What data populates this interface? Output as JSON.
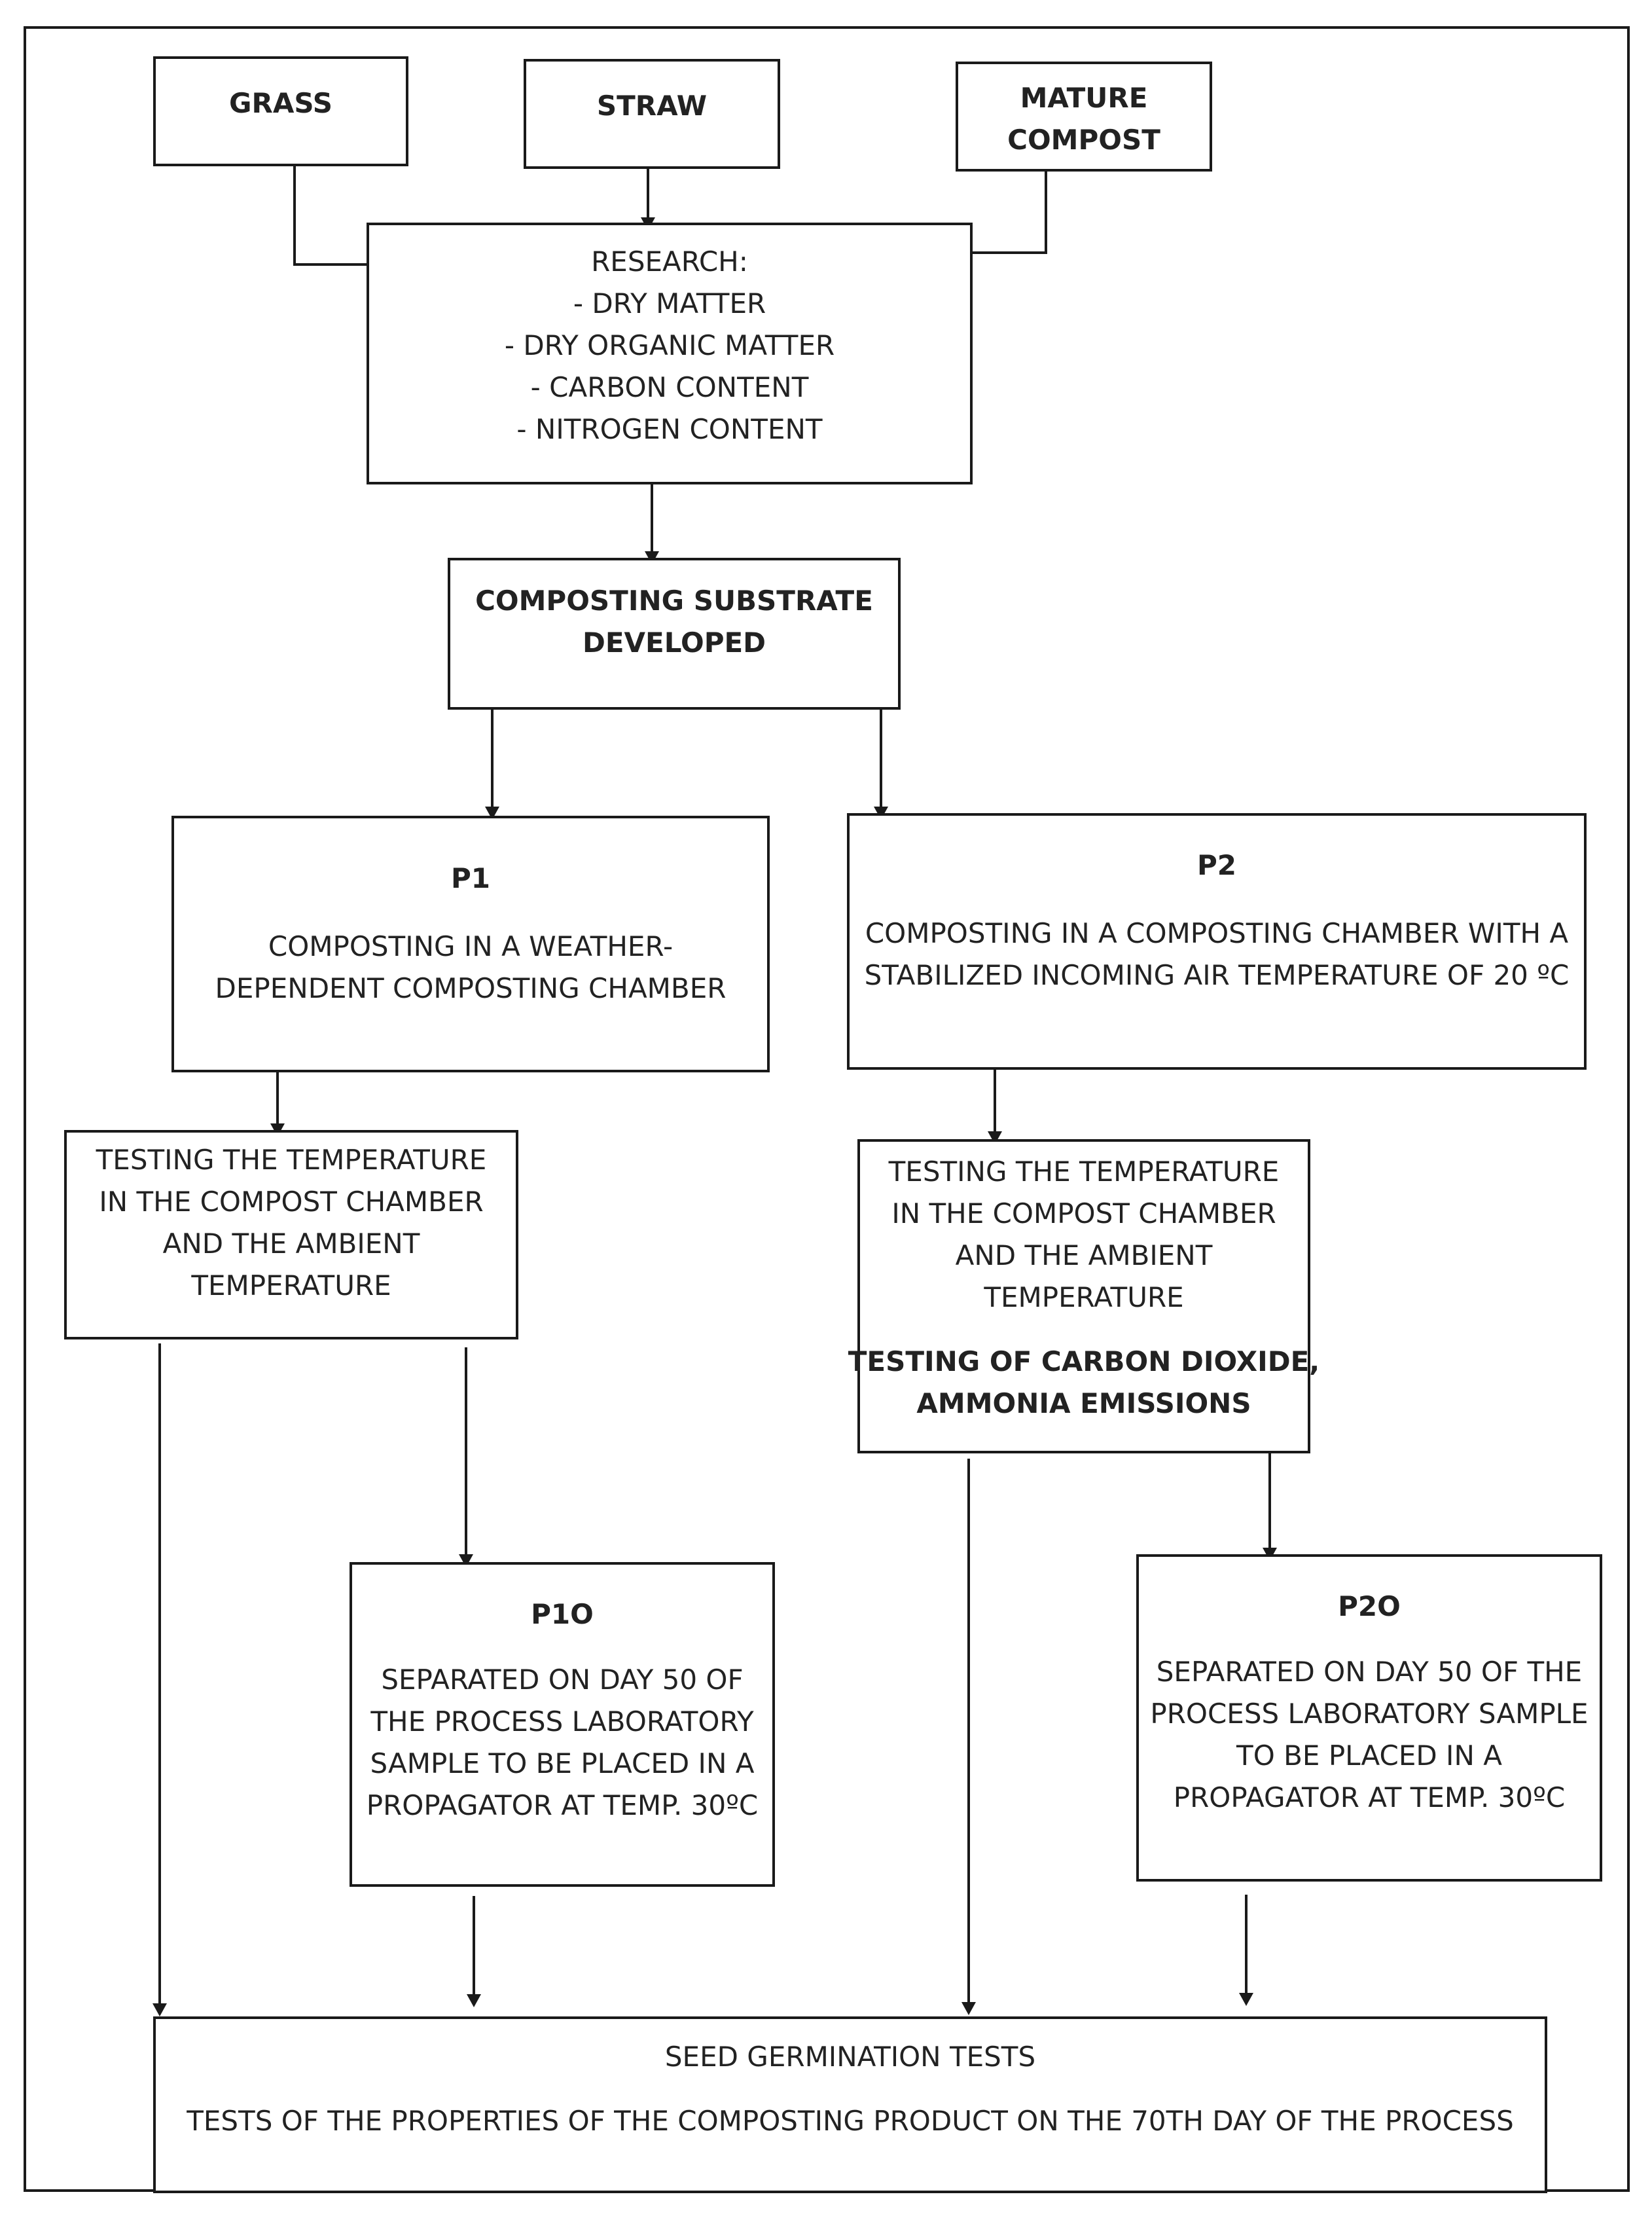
{
  "nodes": {
    "grass": {
      "label": "GRASS"
    },
    "straw": {
      "label": "STRAW"
    },
    "mature_compost": {
      "lines": [
        "MATURE",
        "COMPOST"
      ]
    },
    "research": {
      "lines": [
        "RESEARCH:",
        "- DRY MATTER",
        "- DRY ORGANIC MATTER",
        "- CARBON CONTENT",
        "- NITROGEN CONTENT"
      ]
    },
    "substrate": {
      "lines": [
        "COMPOSTING SUBSTRATE",
        "DEVELOPED"
      ]
    },
    "p1": {
      "title": "P1",
      "lines": [
        "COMPOSTING IN A WEATHER-",
        "DEPENDENT COMPOSTING CHAMBER"
      ]
    },
    "p2": {
      "title": "P2",
      "lines": [
        "COMPOSTING IN A COMPOSTING CHAMBER WITH A",
        "STABILIZED INCOMING AIR TEMPERATURE OF 20 ºC"
      ]
    },
    "test_p1": {
      "lines": [
        "TESTING THE TEMPERATURE",
        "IN THE COMPOST CHAMBER",
        "AND THE AMBIENT",
        "TEMPERATURE"
      ]
    },
    "test_p2": {
      "lines": [
        "TESTING THE TEMPERATURE",
        "IN THE COMPOST CHAMBER",
        "AND THE AMBIENT",
        "TEMPERATURE"
      ],
      "bold_lines": [
        "TESTING OF CARBON DIOXIDE,",
        "AMMONIA EMISSIONS"
      ]
    },
    "p1o": {
      "title": "P1O",
      "lines": [
        "SEPARATED ON DAY 50 OF",
        "THE PROCESS LABORATORY",
        "SAMPLE TO BE PLACED IN A",
        "PROPAGATOR AT TEMP. 30ºC"
      ]
    },
    "p2o": {
      "title": "P2O",
      "lines": [
        "SEPARATED ON DAY 50 OF THE",
        "PROCESS LABORATORY SAMPLE",
        "TO BE PLACED IN A",
        "PROPAGATOR AT TEMP. 30ºC"
      ]
    },
    "final": {
      "lines": [
        "SEED GERMINATION TESTS",
        "TESTS OF THE PROPERTIES OF THE COMPOSTING PRODUCT ON THE 70TH DAY OF THE PROCESS"
      ]
    }
  },
  "edges": [
    {
      "from": "grass",
      "to": "research"
    },
    {
      "from": "straw",
      "to": "research"
    },
    {
      "from": "mature_compost",
      "to": "research"
    },
    {
      "from": "research",
      "to": "substrate"
    },
    {
      "from": "substrate",
      "to": "p1"
    },
    {
      "from": "substrate",
      "to": "p2"
    },
    {
      "from": "p1",
      "to": "test_p1"
    },
    {
      "from": "p2",
      "to": "test_p2"
    },
    {
      "from": "test_p1",
      "to": "p1o"
    },
    {
      "from": "test_p2",
      "to": "p2o"
    },
    {
      "from": "test_p1",
      "to": "final"
    },
    {
      "from": "p1o",
      "to": "final"
    },
    {
      "from": "test_p2",
      "to": "final"
    },
    {
      "from": "p2o",
      "to": "final"
    }
  ],
  "colors": {
    "line": "#1a1a1a",
    "text": "#222222",
    "background": "#ffffff"
  }
}
